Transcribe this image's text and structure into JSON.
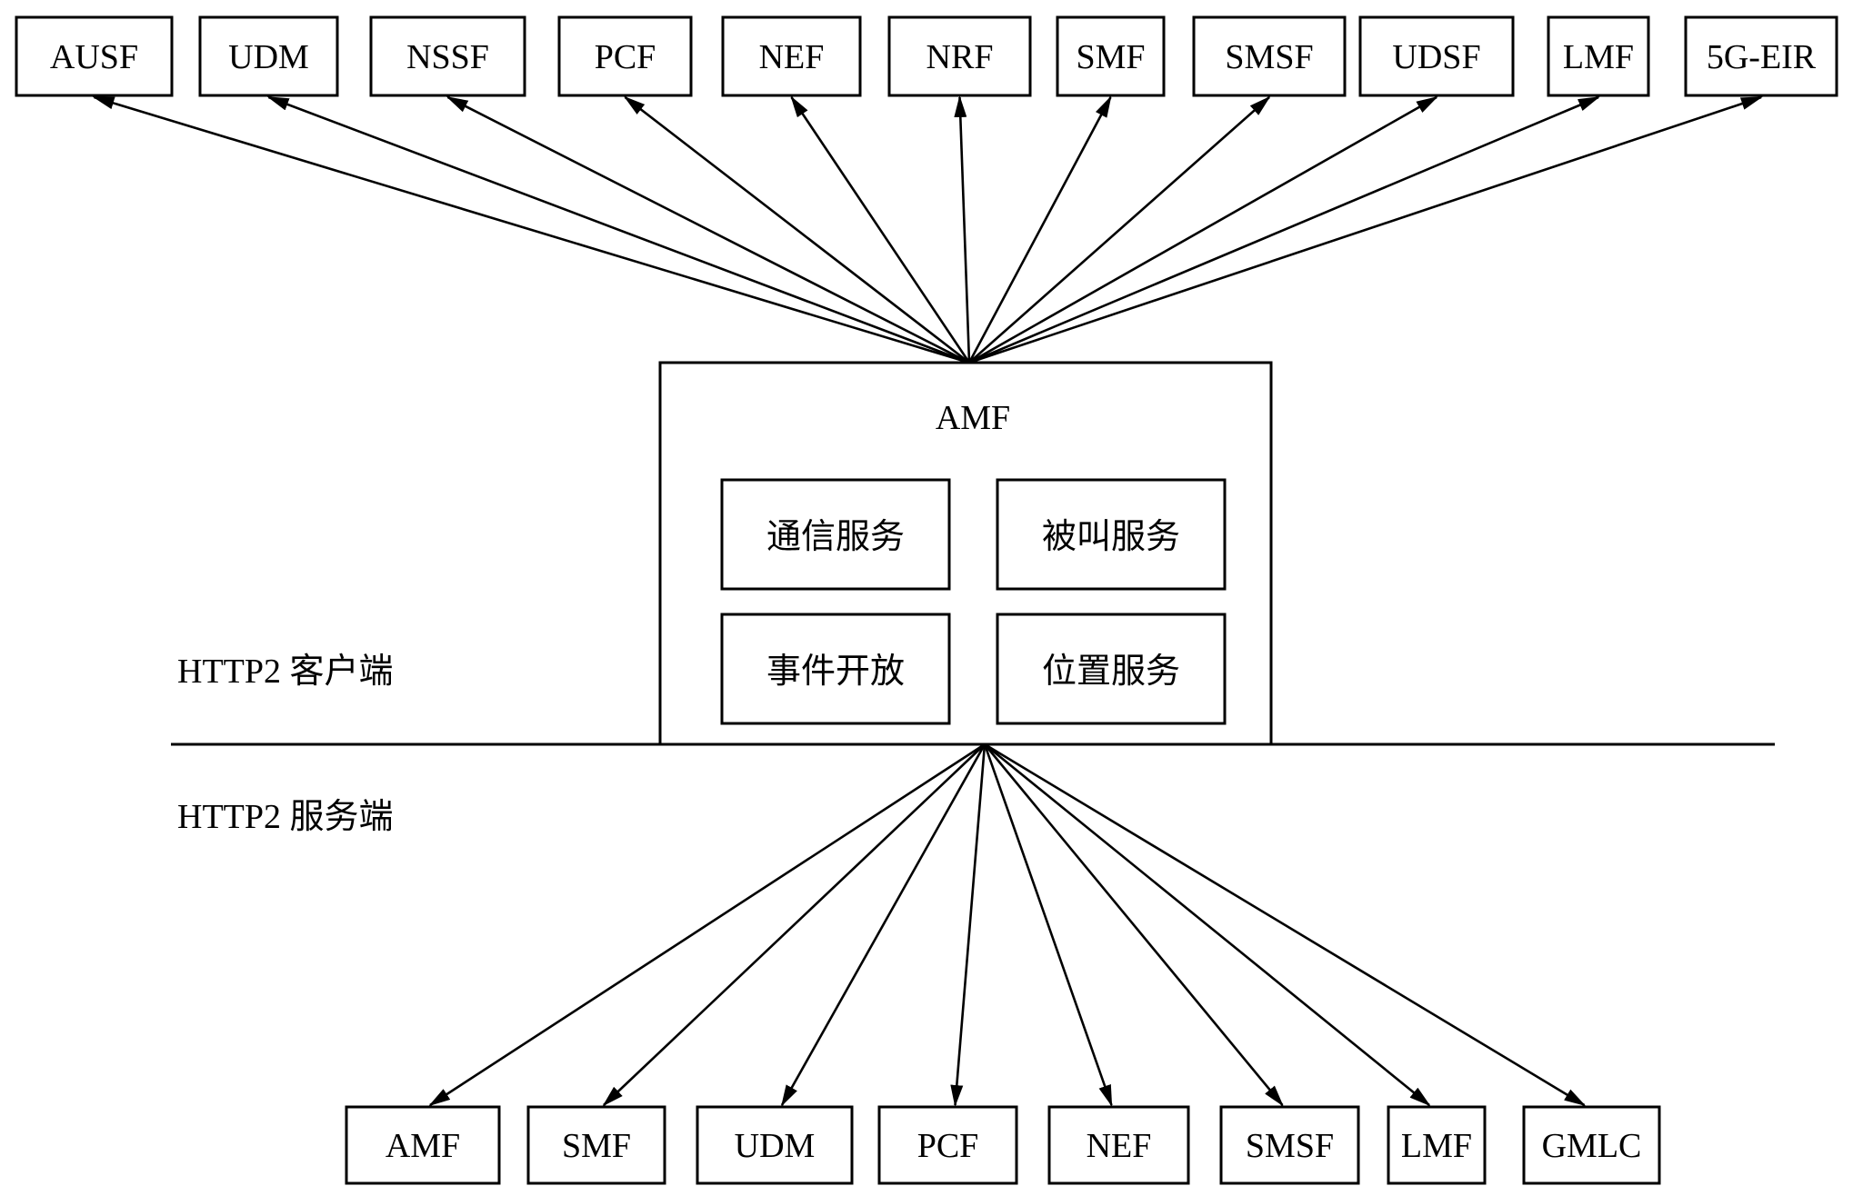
{
  "client_label": "HTTP2 客户端",
  "server_label": "HTTP2 服务端",
  "amf": {
    "title": "AMF",
    "services": [
      "通信服务",
      "被叫服务",
      "事件开放",
      "位置服务"
    ]
  },
  "consumed_nfs": [
    "AUSF",
    "UDM",
    "NSSF",
    "PCF",
    "NEF",
    "NRF",
    "SMF",
    "SMSF",
    "UDSF",
    "LMF",
    "5G-EIR"
  ],
  "consumer_nfs": [
    "AMF",
    "SMF",
    "UDM",
    "PCF",
    "NEF",
    "SMSF",
    "LMF",
    "GMLC"
  ]
}
